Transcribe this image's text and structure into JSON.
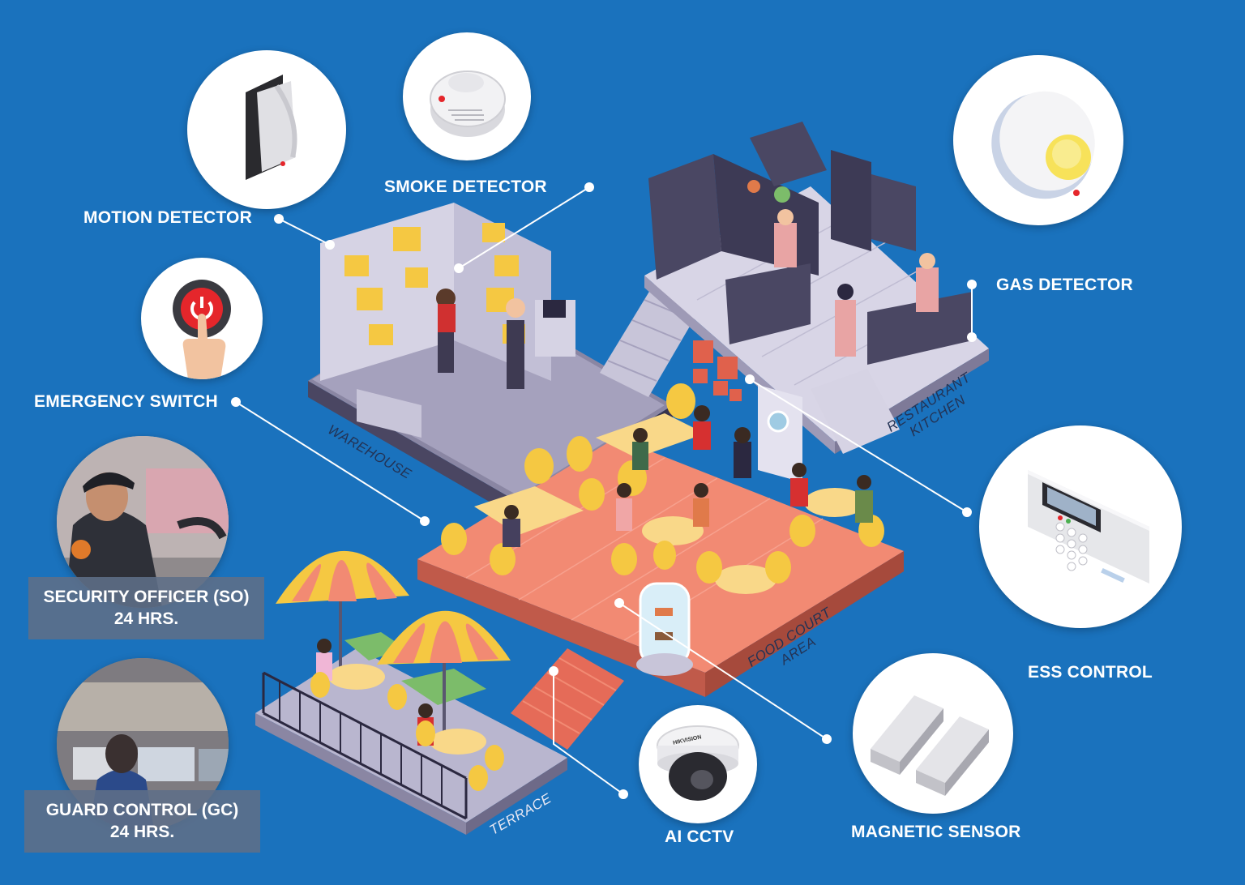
{
  "devices": {
    "motion_detector": "MOTION DETECTOR",
    "smoke_detector": "SMOKE DETECTOR",
    "gas_detector": "GAS DETECTOR",
    "emergency_switch": "EMERGENCY SWITCH",
    "ess_control": "ESS CONTROL",
    "magnetic_sensor": "MAGNETIC SENSOR",
    "ai_cctv": "AI CCTV",
    "camera_brand": "HIKVISION"
  },
  "personnel": {
    "security_officer": {
      "line1": "SECURITY OFFICER (SO)",
      "line2": "24 HRS."
    },
    "guard_control": {
      "line1": "GUARD CONTROL (GC)",
      "line2": "24 HRS."
    }
  },
  "areas": {
    "warehouse": "WAREHOUSE",
    "restaurant_kitchen_line1": "RESTAURANT",
    "restaurant_kitchen_line2": "KITCHEN",
    "food_court_line1": "FOOD COURT",
    "food_court_line2": "AREA",
    "terrace": "TERRACE"
  },
  "colors": {
    "background": "#1a72bd",
    "circle": "#ffffff",
    "floor_coral": "#f28a73",
    "floor_lilac": "#b9b6cf",
    "chair_yellow": "#f5c842",
    "emergency_red": "#e5262b"
  }
}
